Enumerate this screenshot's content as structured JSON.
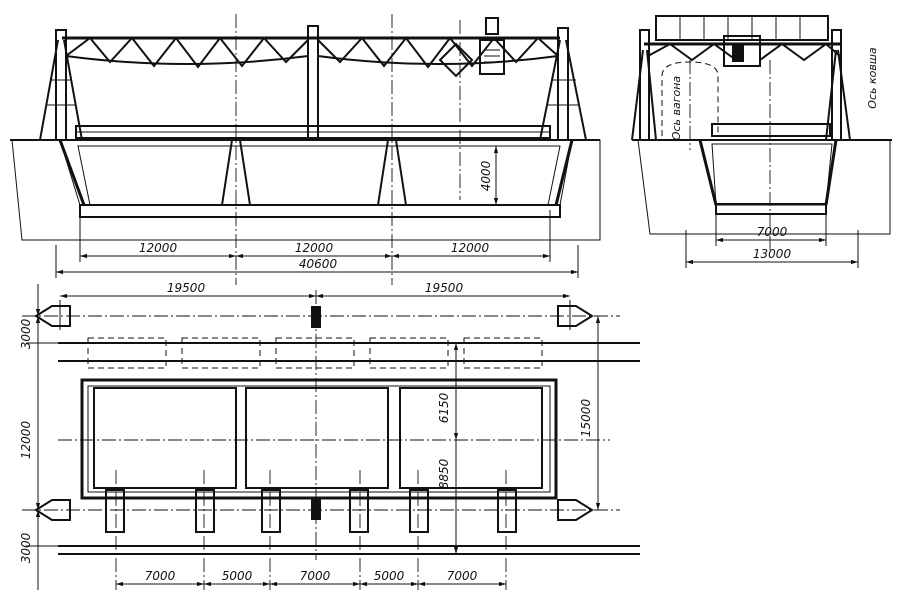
{
  "diagram": {
    "dims_top": [
      "12000",
      "12000",
      "12000",
      "40600",
      "4000"
    ],
    "dims_side": [
      "7000",
      "13000"
    ],
    "dims_plan_top": [
      "19500",
      "19500"
    ],
    "dims_plan_left": [
      "3000",
      "12000",
      "3000"
    ],
    "dims_plan_right": [
      "15000",
      "6150",
      "8850"
    ],
    "dims_plan_bottom": [
      "7000",
      "5000",
      "7000",
      "5000",
      "7000"
    ],
    "labels": {
      "wagon_axis": "Ось вагона",
      "bucket_axis": "Ось ковша"
    }
  }
}
